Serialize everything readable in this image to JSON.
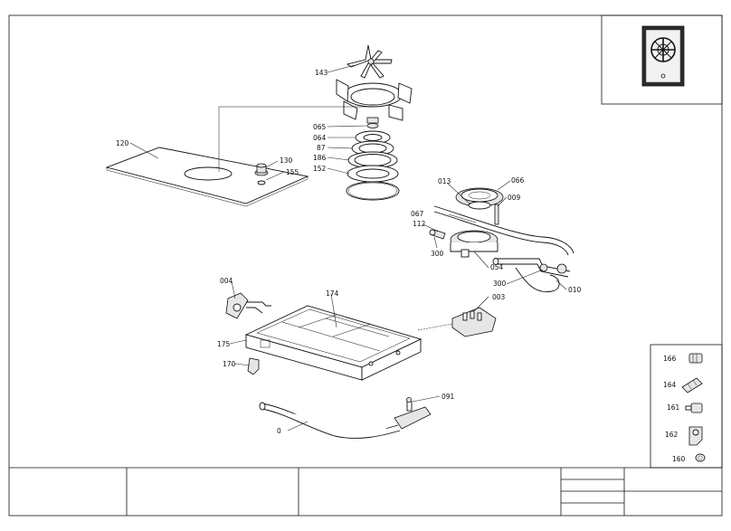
{
  "labels": {
    "l143": "143",
    "l120": "120",
    "l065": "065",
    "l064": "064",
    "l87": "87",
    "l186": "186",
    "l152": "152",
    "l130": "130",
    "l155": "155",
    "l013": "013",
    "l066": "066",
    "l009": "009",
    "l067": "067",
    "l112": "112",
    "l300a": "300",
    "l054": "054",
    "l300b": "300",
    "l010": "010",
    "l004": "004",
    "l174": "174",
    "l003": "003",
    "l175": "175",
    "l170": "170",
    "l091": "091",
    "l0": "0",
    "l166": "166",
    "l164": "164",
    "l161": "161",
    "l162": "162",
    "l160": "160"
  },
  "icons": {
    "thumbnail": "hob-preview-icon"
  }
}
